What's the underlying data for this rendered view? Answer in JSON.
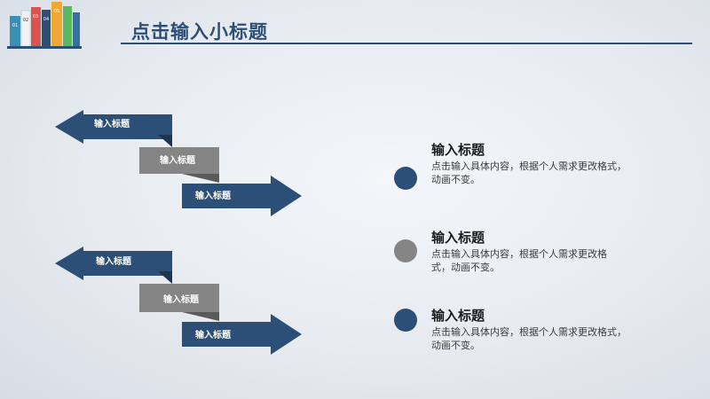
{
  "slide": {
    "title": "点击输入小标题"
  },
  "colors": {
    "navy": "#2c4f78",
    "gray": "#858585",
    "dark_gray": "#5a5a5a",
    "dark_navy": "#1b3552"
  },
  "logo": {
    "icon": "bookshelf-icon",
    "spines": [
      "01",
      "02",
      "03",
      "04",
      "05"
    ]
  },
  "flow_groups": [
    {
      "steps": [
        {
          "label": "输入标题",
          "color": "navy",
          "direction": "left"
        },
        {
          "label": "输入标题",
          "color": "gray",
          "direction": "none"
        },
        {
          "label": "输入标题",
          "color": "navy",
          "direction": "right"
        }
      ]
    },
    {
      "steps": [
        {
          "label": "输入标题",
          "color": "navy",
          "direction": "left"
        },
        {
          "label": "输入标题",
          "color": "gray",
          "direction": "none"
        },
        {
          "label": "输入标题",
          "color": "navy",
          "direction": "right"
        }
      ]
    }
  ],
  "items": [
    {
      "title": "输入标题",
      "desc_line1": "点击输入具体内容，根据个人需求更改格式，",
      "desc_line2": "动画不变。",
      "dot_color": "navy"
    },
    {
      "title": "输入标题",
      "desc_line1": "点击输入具体内容，根据个人需求更改格",
      "desc_line2": "式，动画不变。",
      "dot_color": "gray"
    },
    {
      "title": "输入标题",
      "desc_line1": "点击输入具体内容，根据个人需求更改格式，",
      "desc_line2": "动画不变。",
      "dot_color": "navy"
    }
  ]
}
